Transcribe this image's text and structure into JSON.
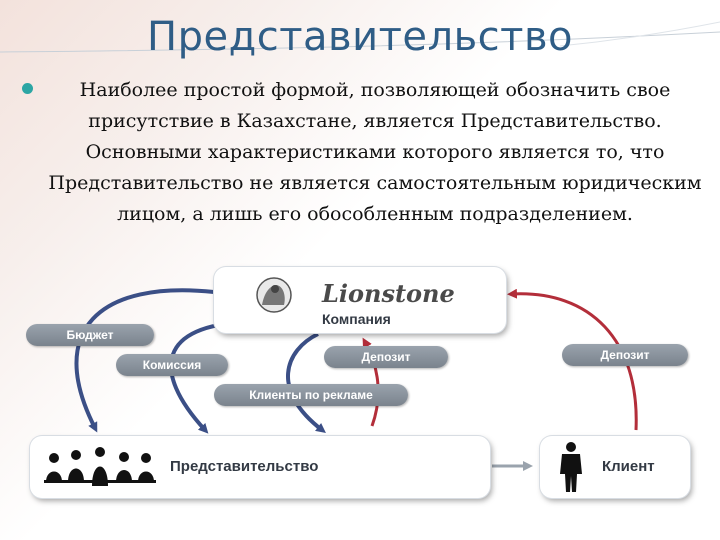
{
  "slide": {
    "title": "Представительство",
    "bullet": "Наиболее простой формой, позволяющей обозначить свое присутствие в Казахстане, является Представительство. Основными характеристиками которого является то, что Представительство не является самостоятельным юридическим лицом, а лишь его обособленным подразделением."
  },
  "diagram": {
    "company": {
      "logo_text": "Lionstone",
      "label": "Компания"
    },
    "representation": {
      "label": "Представительство"
    },
    "client": {
      "label": "Клиент"
    },
    "flows": {
      "budget": "Бюджет",
      "commission": "Комиссия",
      "deposit_left": "Депозит",
      "ad_clients": "Клиенты по рекламе",
      "deposit_right": "Депозит"
    },
    "colors": {
      "blue_arrow": "#3b4f86",
      "red_arrow": "#b32e3a",
      "pill": "#8a939d"
    }
  }
}
